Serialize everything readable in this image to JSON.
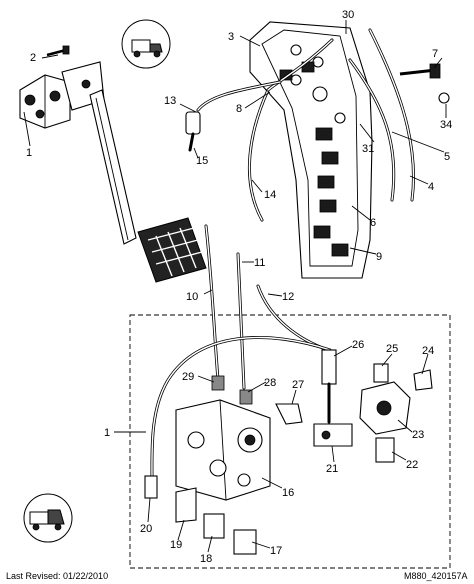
{
  "callouts": {
    "c1a": "1",
    "c1b": "1",
    "c2": "2",
    "c3": "3",
    "c4": "4",
    "c5": "5",
    "c6": "6",
    "c7": "7",
    "c8": "8",
    "c9": "9",
    "c10": "10",
    "c11": "11",
    "c12": "12",
    "c13": "13",
    "c14": "14",
    "c15": "15",
    "c16": "16",
    "c17": "17",
    "c18": "18",
    "c19": "19",
    "c20": "20",
    "c21": "21",
    "c22": "22",
    "c23": "23",
    "c24": "24",
    "c25": "25",
    "c26": "26",
    "c27": "27",
    "c28": "28",
    "c29": "29",
    "c30": "30",
    "c31": "31",
    "c34": "34"
  },
  "footer": {
    "last_revised": "Last Revised: 01/22/2010",
    "figure_id": "M880_420157A"
  }
}
